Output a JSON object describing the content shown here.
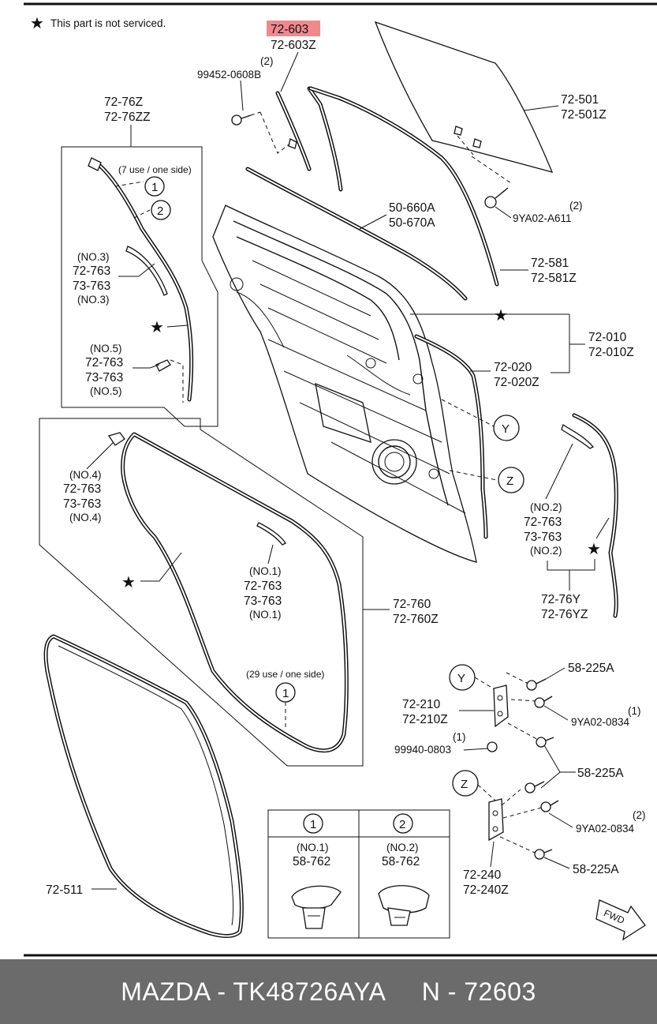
{
  "notice": {
    "star": "★",
    "text": "This part is not serviced."
  },
  "labels": {
    "p72603": "72-603",
    "p72603z": "72-603Z",
    "q2_a": "(2)",
    "p99452": "99452-0608B",
    "p72501": "72-501",
    "p72501z": "72-501Z",
    "q2_b": "(2)",
    "p9ya02a611": "9YA02-A611",
    "p50660a": "50-660A",
    "p50670a": "50-670A",
    "p72581": "72-581",
    "p72581z": "72-581Z",
    "p72010": "72-010",
    "p72010z": "72-010Z",
    "p72020": "72-020",
    "p72020z": "72-020Z",
    "p7276z": "72-76Z",
    "p7276zz": "72-76ZZ",
    "use7": "(7 use / one side)",
    "no3_a": "(NO.3)",
    "p72763_a": "72-763",
    "p73763_a": "73-763",
    "no3_b": "(NO.3)",
    "no5_a": "(NO.5)",
    "p72763_b": "72-763",
    "p73763_b": "73-763",
    "no5_b": "(NO.5)",
    "no4_a": "(NO.4)",
    "p72763_c": "72-763",
    "p73763_c": "73-763",
    "no4_b": "(NO.4)",
    "no1_a": "(NO.1)",
    "p72763_d": "72-763",
    "p73763_d": "73-763",
    "no1_b": "(NO.1)",
    "p72760": "72-760",
    "p72760z": "72-760Z",
    "use29": "(29 use / one side)",
    "no2_a": "(NO.2)",
    "p72763_e": "72-763",
    "p73763_e": "73-763",
    "no2_b": "(NO.2)",
    "p7276y": "72-76Y",
    "p7276yz": "72-76YZ",
    "p58225a_1": "58-225A",
    "p72210": "72-210",
    "p72210z": "72-210Z",
    "q1_a": "(1)",
    "p9ya020834_1": "9YA02-0834",
    "q1_b": "(1)",
    "p99940": "99940-0803",
    "p58225a_2": "58-225A",
    "q2_c": "(2)",
    "p9ya020834_2": "9YA02-0834",
    "p72240": "72-240",
    "p72240z": "72-240Z",
    "p58225a_3": "58-225A",
    "p72511": "72-511",
    "circle_y1": "Y",
    "circle_z1": "Z",
    "circle_y2": "Y",
    "circle_z2": "Z",
    "circle_1a": "1",
    "circle_2a": "2",
    "circle_1b": "1",
    "fwd": "FWD"
  },
  "clip_table": {
    "col1_num": "1",
    "col2_num": "2",
    "col1_no": "(NO.1)",
    "col1_part": "58-762",
    "col2_no": "(NO.2)",
    "col2_part": "58-762"
  },
  "footer": {
    "text": "MAZDA - TK48726AYA     N - 72603"
  },
  "colors": {
    "highlight": "#f2888b",
    "footer_bg": "#6b6b6b",
    "line": "#111111"
  }
}
